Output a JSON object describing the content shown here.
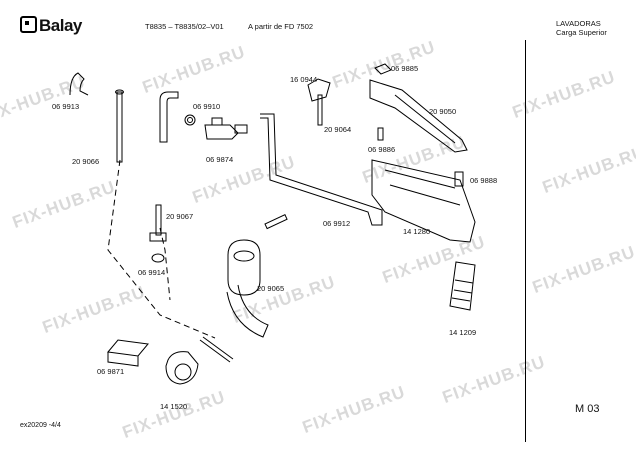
{
  "header": {
    "brand": "Balay",
    "model": "T8835 – T8835/02–V01",
    "from": "A partir de FD 7502",
    "category": "LAVADORAS",
    "subcategory": "Carga Superior"
  },
  "parts": [
    "06 9913",
    "20 9066",
    "06 9910",
    "06 9874",
    "16 0944",
    "20 9064",
    "06 9885",
    "20 9050",
    "06 9886",
    "06 9888",
    "20 9067",
    "06 9914",
    "06 9912",
    "14 1280",
    "20 9065",
    "14 1209",
    "06 9871",
    "14 1520"
  ],
  "watermark": "FIX-HUB.RU",
  "page_label": "M 03",
  "footer": "ex20209 -4/4"
}
